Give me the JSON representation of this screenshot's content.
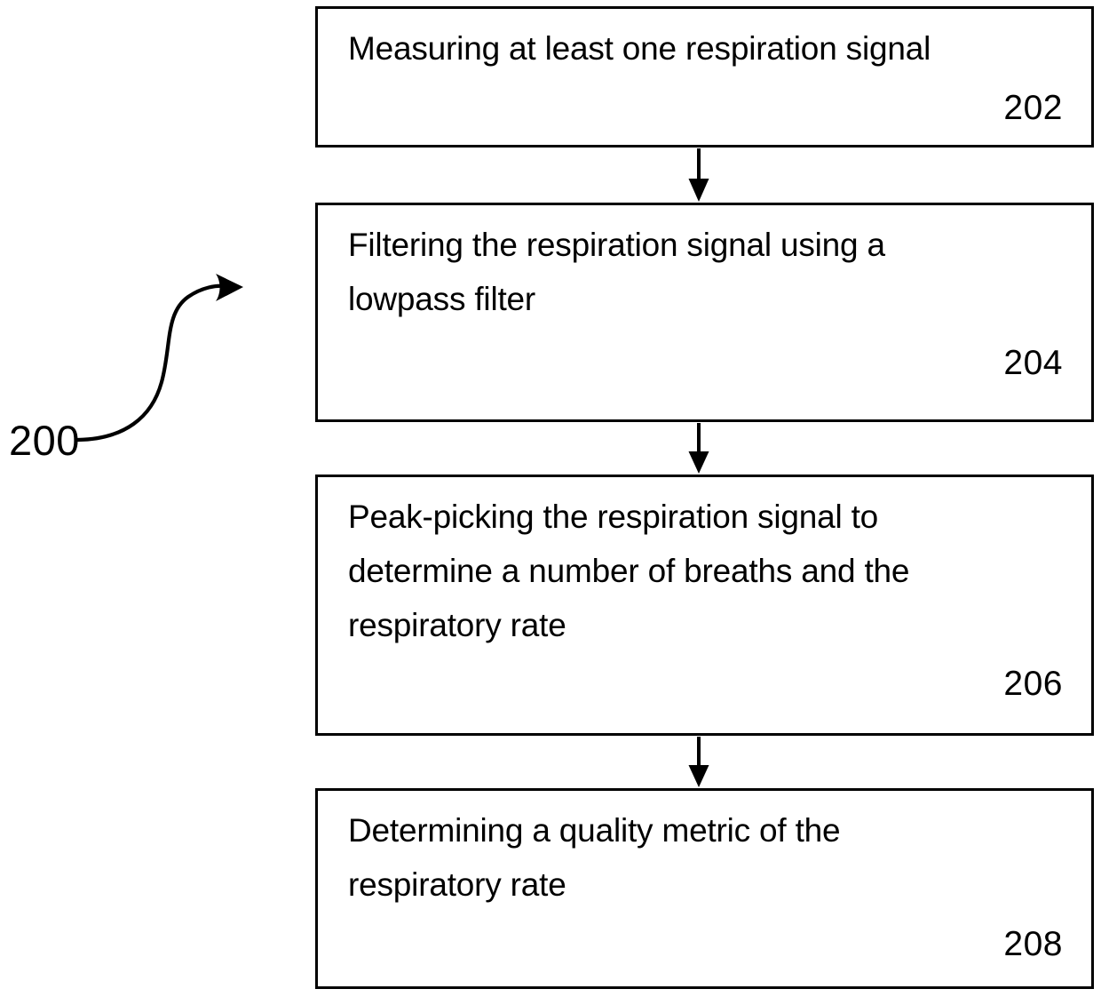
{
  "figure": {
    "reference_label": "200",
    "leader_arrow": "curved-s-arrow-pointing-to-flow"
  },
  "flow": {
    "orientation": "top-to-bottom",
    "connector_icon": "down-arrow-icon",
    "steps": [
      {
        "id": "202",
        "text": "Measuring at least one respiration signal",
        "ref": "202"
      },
      {
        "id": "204",
        "text": "Filtering the respiration signal using a\nlowpass filter",
        "ref": "204"
      },
      {
        "id": "206",
        "text": "Peak-picking the respiration signal to\ndetermine a number of breaths and the\nrespiratory rate",
        "ref": "206"
      },
      {
        "id": "208",
        "text": "Determining a quality metric of the\nrespiratory rate",
        "ref": "208"
      }
    ]
  },
  "colors": {
    "background": "#ffffff",
    "stroke": "#000000",
    "text": "#000000"
  }
}
